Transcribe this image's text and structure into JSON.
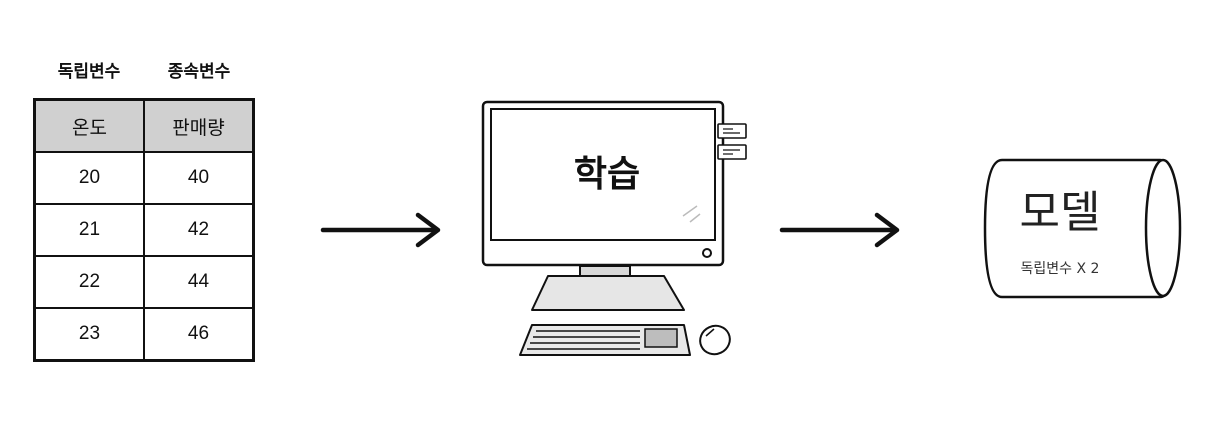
{
  "table": {
    "heads": {
      "independent": "독립변수",
      "dependent": "종속변수"
    },
    "columns": [
      "온도",
      "판매량"
    ],
    "rows": [
      [
        "20",
        "40"
      ],
      [
        "21",
        "42"
      ],
      [
        "22",
        "44"
      ],
      [
        "23",
        "46"
      ]
    ]
  },
  "computer": {
    "screen_label": "학습"
  },
  "model": {
    "title": "모델",
    "subtitle": "독립변수 X 2"
  },
  "icons": [
    "arrow-right-icon",
    "computer-icon",
    "keyboard-icon",
    "mouse-icon",
    "sticky-note-icon",
    "cylinder-icon"
  ]
}
